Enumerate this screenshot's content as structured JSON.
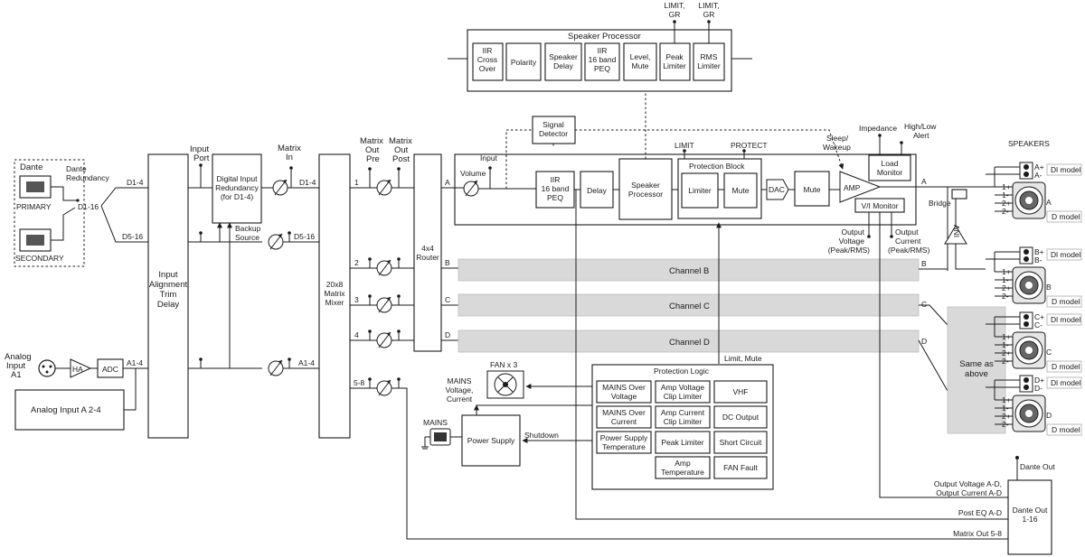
{
  "dante": {
    "title": "Dante",
    "redundancy": [
      "Dante",
      "Redundancy"
    ],
    "primary": "PRIMARY",
    "secondary": "SECONDARY",
    "ch_all": "D1-16",
    "ch_lo": "D1-4",
    "ch_hi": "D5-16"
  },
  "analog": {
    "input_label": [
      "Analog",
      "Input",
      "A1"
    ],
    "ha": "HA",
    "adc": "ADC",
    "ch": "A1-4",
    "input_2_4": "Analog Input A 2-4"
  },
  "input_alignment": [
    "Input",
    "Alignment",
    "",
    "Trim",
    "Delay"
  ],
  "input_port": [
    "Input",
    "Port"
  ],
  "digital_redundancy": [
    "Digital Input",
    "Redundancy",
    "(for D1-4)"
  ],
  "backup_source": [
    "Backup",
    "Source"
  ],
  "matrix_in": [
    "Matrix",
    "In"
  ],
  "matrix_ch": {
    "d14": "D1-4",
    "d516": "D5-16",
    "a14": "A1-4"
  },
  "matrix_mixer": [
    "20x8",
    "Matrix",
    "Mixer"
  ],
  "matrix_out_pre": [
    "Matrix",
    "Out",
    "Pre"
  ],
  "matrix_out_post": [
    "Matrix",
    "Out",
    "Post"
  ],
  "router": [
    "4x4",
    "Router"
  ],
  "out_numbers": [
    "1",
    "2",
    "3",
    "4",
    "5-8"
  ],
  "router_out": [
    "A",
    "B",
    "C",
    "D"
  ],
  "speaker_processor_box": {
    "title": "Speaker Processor",
    "blocks": [
      [
        "IIR",
        "Cross",
        "Over"
      ],
      [
        "Polarity"
      ],
      [
        "Speaker",
        "Delay"
      ],
      [
        "IIR",
        "16 band",
        "PEQ"
      ],
      [
        "Level,",
        "Mute"
      ],
      [
        "Peak",
        "Limiter"
      ],
      [
        "RMS",
        "Limiter"
      ]
    ],
    "limit_gr": [
      "LIMIT,",
      "GR"
    ]
  },
  "signal_detector": [
    "Signal",
    "Detector"
  ],
  "channel_a": {
    "volume": "Volume",
    "input": "Input",
    "iir": [
      "IIR",
      "16 band",
      "PEQ"
    ],
    "delay": "Delay",
    "speaker_processor": [
      "Speaker",
      "Processor"
    ],
    "limit": "LIMIT",
    "protect": "PROTECT",
    "protection_block": "Protection Block",
    "limiter": "Limiter",
    "mute": "Mute",
    "dac": "DAC",
    "mute2": "Mute",
    "amp": "AMP",
    "sleep_wakeup": [
      "Sleep/",
      "Wakeup"
    ],
    "impedance": "Impedance",
    "high_low_alert": [
      "High/Low",
      "Alert"
    ],
    "load_monitor": [
      "Load",
      "Monitor"
    ],
    "vi_monitor": "V/I Monitor",
    "output_voltage": [
      "Output",
      "Voltage",
      "(Peak/RMS)"
    ],
    "output_current": [
      "Output",
      "Current",
      "(Peak/RMS)"
    ]
  },
  "channels": {
    "b": "Channel B",
    "c": "Channel C",
    "d": "Channel D"
  },
  "limit_mute": "Limit, Mute",
  "protection_logic": {
    "title": "Protection Logic",
    "items": [
      [
        "MAINS Over",
        "Voltage"
      ],
      [
        "Amp Voltage",
        "Clip Limiter"
      ],
      [
        "VHF"
      ],
      [
        "MAINS Over",
        "Current"
      ],
      [
        "Amp Current",
        "Clip Limiter"
      ],
      [
        "DC Output"
      ],
      [
        "Power Supply",
        "Temperature"
      ],
      [
        "Peak Limiter"
      ],
      [
        "Short Circuit"
      ],
      [
        "Amp",
        "Temperature"
      ],
      [
        "FAN Fault"
      ]
    ]
  },
  "fan": "FAN x 3",
  "mains_voltage_current": [
    "MAINS",
    "Voltage,",
    "Current"
  ],
  "mains": "MAINS",
  "power_supply": "Power Supply",
  "shutdown": "Shutdown",
  "bridge": "Bridge",
  "inv": "INV",
  "speakers": {
    "title": "SPEAKERS",
    "dl_model": "Dl model",
    "d_model": "D model",
    "labels": [
      "A",
      "B",
      "C",
      "D"
    ],
    "plus": [
      "A+",
      "B+",
      "C+",
      "D+"
    ],
    "minus": [
      "A-",
      "B-",
      "C-",
      "D-"
    ],
    "pins": [
      "1+",
      "1-",
      "2+",
      "2-"
    ]
  },
  "same_as_above": [
    "Same as",
    "above"
  ],
  "dante_out": {
    "title": "Dante Out",
    "box": [
      "Dante Out",
      "1-16"
    ],
    "out_va": [
      "Output Voltage A-D,",
      "Output Current A-D"
    ],
    "post_eq": "Post EQ A-D",
    "matrix_out": "Matrix Out 5-8"
  }
}
